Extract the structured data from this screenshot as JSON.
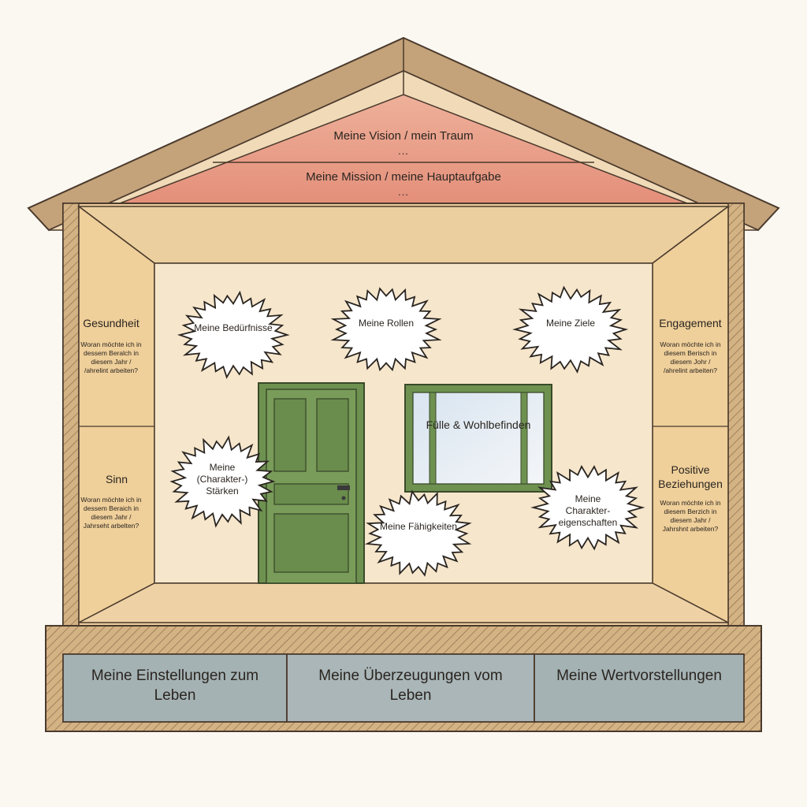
{
  "roof": {
    "vision": "Meine Vision / mein Traum",
    "vision_dots": "...",
    "mission": "Meine Mission / meine Hauptaufgabe",
    "mission_dots": "..."
  },
  "left_wall": {
    "top": {
      "title": "Gesundheit",
      "question": "Woran möchte ich in dessem Beralch in diesem Jahr / /ahrelint arbeiten?"
    },
    "bottom": {
      "title": "Sinn",
      "question": "Woran möchte ich in dessem Beraich in diesem Jahr / Jahrseht arbelten?"
    }
  },
  "right_wall": {
    "top": {
      "title": "Engagement",
      "question": "Woran möchte ich in diesem Berisch in diesem Johr / /ahrelint arbeiten?"
    },
    "bottom": {
      "title": "Positive Beziehungen",
      "question": "Woran möchte ich in diesem Berzich in diesem Jahr / Jahrshnt arbeiten?"
    }
  },
  "bursts": {
    "beduerfnisse": "Meine Bedürfnisse",
    "rollen": "Meine Rollen",
    "ziele": "Meine Ziele",
    "staerken": "Meine (Charakter-) Stärken",
    "faehigkeiten": "Meine Fähigkeiten",
    "eigenschaften": "Meine Charakter- eigenschaften"
  },
  "window": {
    "label": "Fülle & Wohlbefinden"
  },
  "foundation": {
    "left": "Meine Einstellungen zum Leben",
    "center": "Meine Überzeugungen vom Leben",
    "right": "Meine Wertvorstellungen"
  },
  "colors": {
    "roof_fill": "#e8a18c",
    "wall_fill": "#f0d3a6",
    "door_green": "#6e9150",
    "foundation_fill": "#a5b2b4",
    "outline": "#4a3a2c"
  }
}
